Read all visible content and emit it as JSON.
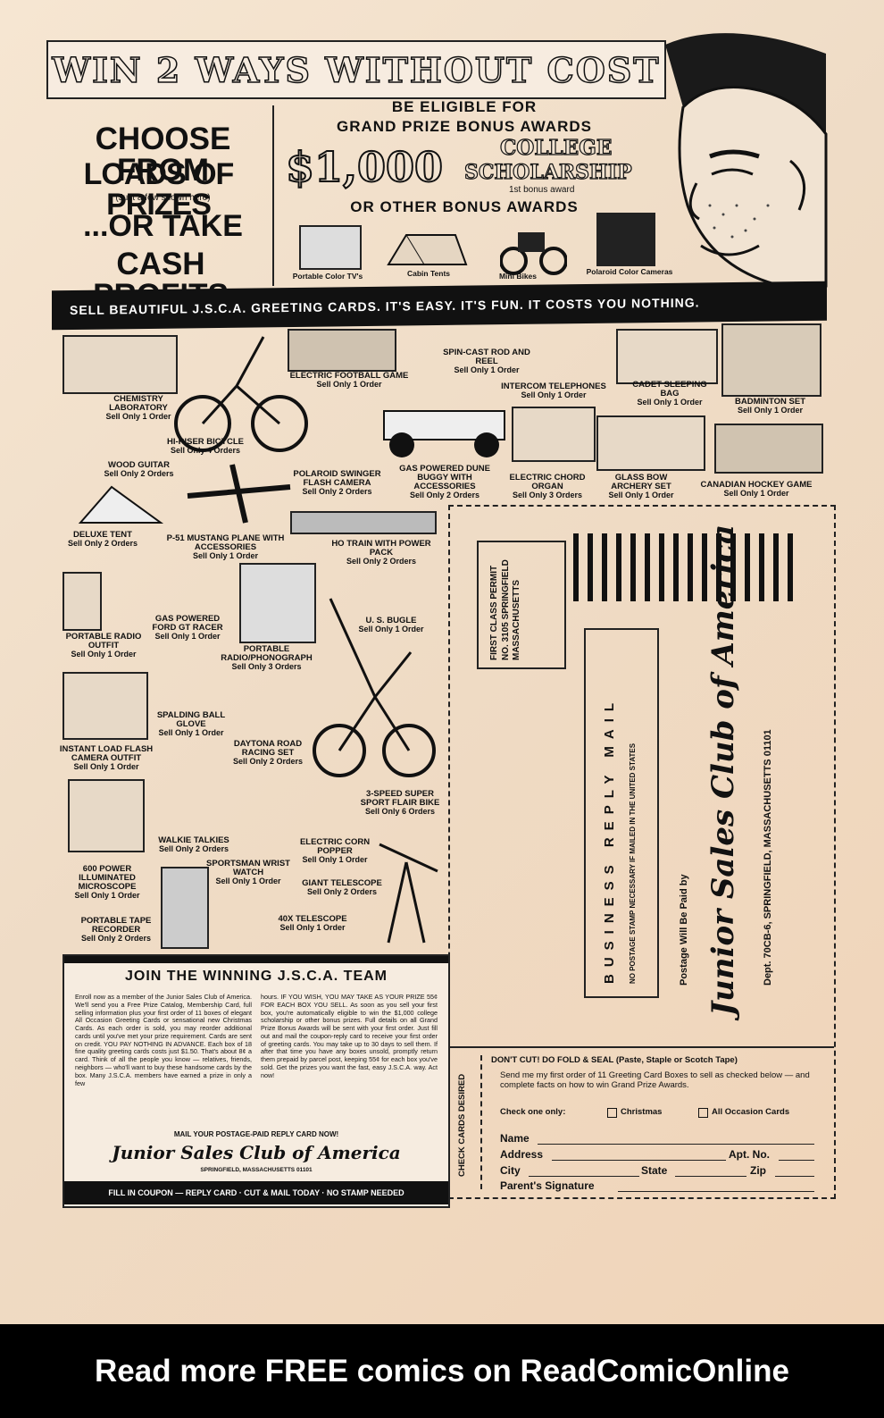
{
  "banner": {
    "title": "WIN 2 WAYS WITHOUT COST"
  },
  "left_promo": {
    "line1": "CHOOSE FROM",
    "line2": "LOADS OF PRIZES",
    "note": "(Just a few shown here)",
    "line3": "...OR TAKE",
    "line4": "CASH PROFITS"
  },
  "bonus": {
    "line1": "BE ELIGIBLE FOR",
    "line2": "GRAND PRIZE BONUS AWARDS",
    "amount": "$1,000",
    "college": "COLLEGE",
    "scholarship": "SCHOLARSHIP",
    "first_award": "1st bonus award",
    "other": "OR OTHER BONUS AWARDS",
    "items": [
      "Portable Color TV's",
      "Cabin Tents",
      "Mini Bikes",
      "Polaroid Color Cameras"
    ]
  },
  "sell_bar": "SELL BEAUTIFUL J.S.C.A. GREETING CARDS. IT'S EASY. IT'S FUN. IT COSTS YOU NOTHING.",
  "prizes": [
    {
      "name": "CHEMISTRY LABORATORY",
      "orders": "Sell Only 1 Order"
    },
    {
      "name": "ELECTRIC FOOTBALL GAME",
      "orders": "Sell Only 1 Order"
    },
    {
      "name": "SPIN-CAST ROD AND REEL",
      "orders": "Sell Only 1 Order"
    },
    {
      "name": "INTERCOM TELEPHONES",
      "orders": "Sell Only 1 Order"
    },
    {
      "name": "CADET SLEEPING BAG",
      "orders": "Sell Only 1 Order"
    },
    {
      "name": "BADMINTON SET",
      "orders": "Sell Only 1 Order"
    },
    {
      "name": "HI-RISER BICYCLE",
      "orders": "Sell Only 4 Orders"
    },
    {
      "name": "WOOD GUITAR",
      "orders": "Sell Only 2 Orders"
    },
    {
      "name": "POLAROID SWINGER FLASH CAMERA",
      "orders": "Sell Only 2 Orders"
    },
    {
      "name": "GAS POWERED DUNE BUGGY WITH ACCESSORIES",
      "orders": "Sell Only 2 Orders"
    },
    {
      "name": "ELECTRIC CHORD ORGAN",
      "orders": "Sell Only 3 Orders"
    },
    {
      "name": "GLASS BOW ARCHERY SET",
      "orders": "Sell Only 1 Order"
    },
    {
      "name": "CANADIAN HOCKEY GAME",
      "orders": "Sell Only 1 Order"
    },
    {
      "name": "DELUXE TENT",
      "orders": "Sell Only 2 Orders"
    },
    {
      "name": "P-51 MUSTANG PLANE WITH ACCESSORIES",
      "orders": "Sell Only 1 Order"
    },
    {
      "name": "HO TRAIN WITH POWER PACK",
      "orders": "Sell Only 2 Orders"
    },
    {
      "name": "GAS POWERED FORD GT RACER",
      "orders": "Sell Only 1 Order"
    },
    {
      "name": "U. S. BUGLE",
      "orders": "Sell Only 1 Order"
    },
    {
      "name": "PORTABLE RADIO OUTFIT",
      "orders": "Sell Only 1 Order"
    },
    {
      "name": "PORTABLE RADIO/PHONOGRAPH",
      "orders": "Sell Only 3 Orders"
    },
    {
      "name": "SPALDING BALL GLOVE",
      "orders": "Sell Only 1 Order"
    },
    {
      "name": "INSTANT LOAD FLASH CAMERA OUTFIT",
      "orders": "Sell Only 1 Order"
    },
    {
      "name": "DAYTONA ROAD RACING SET",
      "orders": "Sell Only 2 Orders"
    },
    {
      "name": "3-SPEED SUPER SPORT FLAIR BIKE",
      "orders": "Sell Only 6 Orders"
    },
    {
      "name": "WALKIE TALKIES",
      "orders": "Sell Only 2 Orders"
    },
    {
      "name": "ELECTRIC CORN POPPER",
      "orders": "Sell Only 1 Order"
    },
    {
      "name": "SPORTSMAN WRIST WATCH",
      "orders": "Sell Only 1 Order"
    },
    {
      "name": "GIANT TELESCOPE",
      "orders": "Sell Only 2 Orders"
    },
    {
      "name": "600 POWER ILLUMINATED MICROSCOPE",
      "orders": "Sell Only 1 Order"
    },
    {
      "name": "PORTABLE TAPE RECORDER",
      "orders": "Sell Only 2 Orders"
    },
    {
      "name": "40X TELESCOPE",
      "orders": "Sell Only 1 Order"
    }
  ],
  "join": {
    "title": "JOIN THE WINNING J.S.C.A. TEAM",
    "col1": "Enroll now as a member of the Junior Sales Club of America. We'll send you a Free Prize Catalog, Membership Card, full selling information plus your first order of 11 boxes of elegant All Occasion Greeting Cards or sensational new Christmas Cards. As each order is sold, you may reorder additional cards until you've met your prize requirement. Cards are sent on credit. YOU PAY NOTHING IN ADVANCE. Each box of 18 fine quality greeting cards costs just $1.50. That's about 8¢ a card. Think of all the people you know — relatives, friends, neighbors — who'll want to buy these handsome cards by the box. Many J.S.C.A. members have earned a prize in only a few",
    "col2": "hours. IF YOU WISH, YOU MAY TAKE AS YOUR PRIZE 55¢ FOR EACH BOX YOU SELL. As soon as you sell your first box, you're automatically eligible to win the $1,000 college scholarship or other bonus prizes. Full details on all Grand Prize Bonus Awards will be sent with your first order. Just fill out and mail the coupon-reply card to receive your first order of greeting cards. You may take up to 30 days to sell them. If after that time you have any boxes unsold, promptly return them prepaid by parcel post, keeping 55¢ for each box you've sold. Get the prizes you want the fast, easy J.S.C.A. way. Act now!",
    "mail": "MAIL YOUR POSTAGE-PAID REPLY CARD NOW!",
    "club": "Junior Sales Club of America",
    "city": "SPRINGFIELD, MASSACHUSETTS 01101",
    "strip": "FILL IN COUPON — REPLY CARD · CUT & MAIL TODAY · NO STAMP NEEDED"
  },
  "reply": {
    "permit": "FIRST CLASS PERMIT NO. 3105 SPRINGFIELD MASSACHUSETTS",
    "brm": "BUSINESS REPLY MAIL",
    "no_postage": "NO POSTAGE STAMP NECESSARY IF MAILED IN THE UNITED STATES",
    "postage_paid": "Postage Will Be Paid by",
    "club": "Junior Sales Club of America",
    "dept": "Dept. 70CB-6, SPRINGFIELD, MASSACHUSETTS 01101"
  },
  "coupon": {
    "side": "CHECK CARDS DESIRED",
    "header": "DON'T CUT! DO FOLD & SEAL (Paste, Staple or Scotch Tape)",
    "text": "Send me my first order of 11 Greeting Card Boxes to sell as checked below — and complete facts on how to win Grand Prize Awards.",
    "check": "Check one only:",
    "opt1": "Christmas",
    "opt2": "All Occasion Cards",
    "name": "Name",
    "address": "Address",
    "apt": "Apt. No.",
    "city": "City",
    "state": "State",
    "zip": "Zip",
    "parent": "Parent's Signature"
  },
  "footer": "Read more FREE comics on ReadComicOnline"
}
